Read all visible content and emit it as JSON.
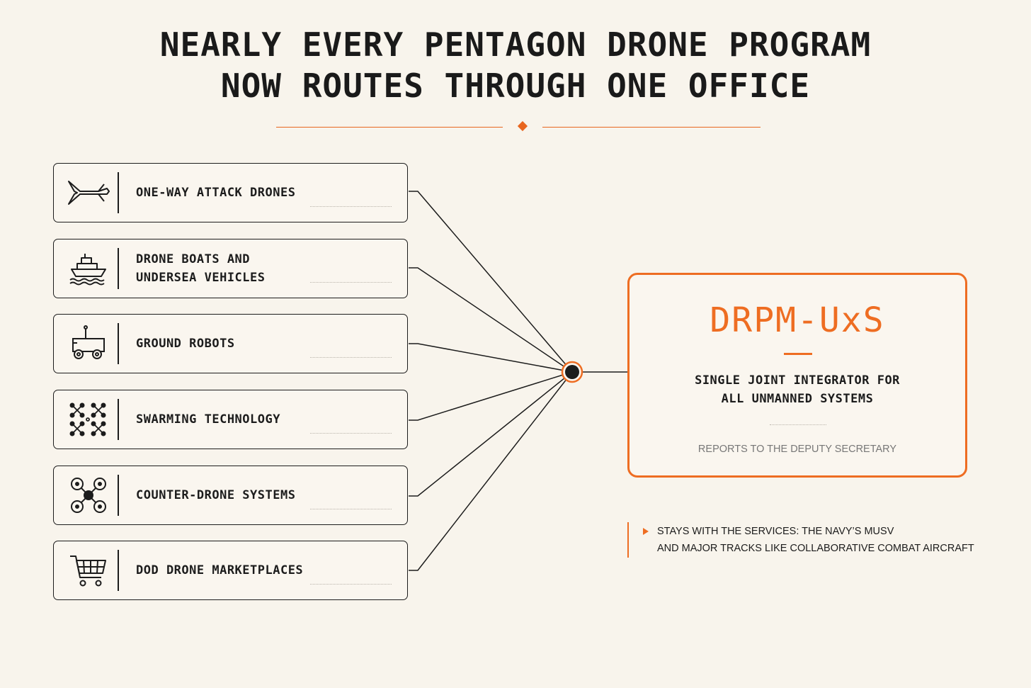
{
  "title": {
    "line1": "NEARLY EVERY PENTAGON DRONE PROGRAM",
    "line2": "NOW ROUTES THROUGH ONE OFFICE"
  },
  "colors": {
    "accent": "#ee6d22",
    "ink": "#1c1c1c",
    "background": "#f8f4ec",
    "muted": "#777777"
  },
  "programs": [
    {
      "label_lines": [
        "ONE-WAY ATTACK DRONES"
      ],
      "icon": "plane-icon"
    },
    {
      "label_lines": [
        "DRONE BOATS AND",
        "UNDERSEA VEHICLES"
      ],
      "icon": "boat-icon"
    },
    {
      "label_lines": [
        "GROUND ROBOTS"
      ],
      "icon": "ground-robot-icon"
    },
    {
      "label_lines": [
        "SWARMING TECHNOLOGY"
      ],
      "icon": "swarm-icon"
    },
    {
      "label_lines": [
        "COUNTER-DRONE SYSTEMS"
      ],
      "icon": "quadcopter-icon"
    },
    {
      "label_lines": [
        "DOD DRONE MARKETPLACES"
      ],
      "icon": "shopping-cart-icon"
    }
  ],
  "hub": {
    "name": "DRPM-UxS",
    "description_lines": [
      "SINGLE JOINT INTEGRATOR FOR",
      "ALL UNMANNED SYSTEMS"
    ],
    "note": "REPORTS TO THE DEPUTY SECRETARY"
  },
  "exception_note": {
    "lines": [
      "STAYS WITH THE SERVICES: THE NAVY’S MUSV",
      "AND MAJOR TRACKS LIKE COLLABORATIVE COMBAT AIRCRAFT"
    ]
  }
}
